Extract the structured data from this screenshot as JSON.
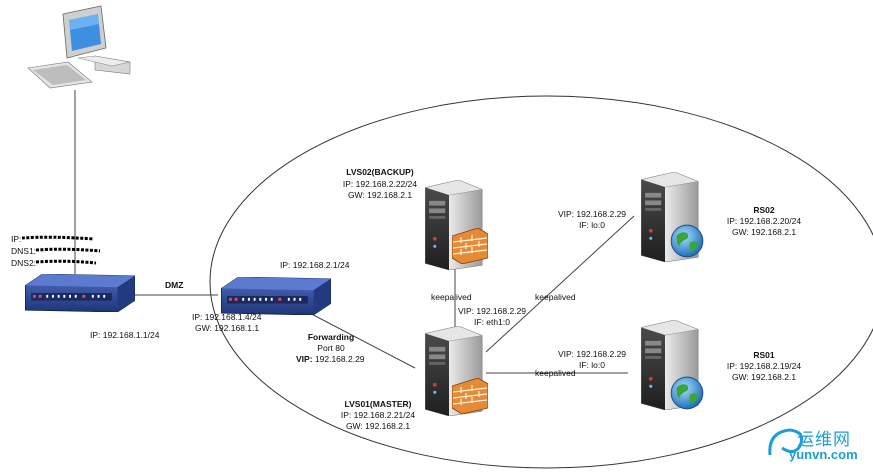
{
  "pc": {
    "ip": "IP:",
    "dns1": "DNS1:",
    "dns2": "DNS2:"
  },
  "edge_router": {
    "ip": "IP: 192.168.1.1/24"
  },
  "dmz": {
    "label": "DMZ"
  },
  "fw_router": {
    "lan_ip": "IP: 192.168.2.1/24",
    "wan_ip": "IP: 192.168.1.4/24",
    "wan_gw": "GW: 192.168.1.1"
  },
  "forwarding": {
    "title": "Forwarding",
    "port": "Port 80",
    "vip_key": "VIP:",
    "vip_val": "192.168.2.29"
  },
  "lvs02": {
    "name": "LVS02(BACKUP)",
    "ip": "IP: 192.168.2.22/24",
    "gw": "GW: 192.168.2.1"
  },
  "lvs01": {
    "name": "LVS01(MASTER)",
    "ip": "IP: 192.168.2.21/24",
    "gw": "GW: 192.168.2.1"
  },
  "lvs01_vip": {
    "vip": "VIP: 192.168.2.29",
    "iface": "IF: eth1:0"
  },
  "rs02": {
    "name": "RS02",
    "ip": "IP: 192.168.2.20/24",
    "gw": "GW: 192.168.2.1",
    "vip": "VIP: 192.168.2.29",
    "iface": "IF: lo:0"
  },
  "rs01": {
    "name": "RS01",
    "ip": "IP: 192.168.2.19/24",
    "gw": "GW: 192.168.2.1",
    "vip": "VIP: 192.168.2.29",
    "iface": "IF: lo:0"
  },
  "links": {
    "ka_backup": "keepalived",
    "ka_rs02": "keepalived",
    "ka_rs01": "keepalived"
  },
  "watermark": {
    "title": "运维网",
    "sub": "yunvn.com"
  },
  "colors": {
    "router": "#2c4a9a",
    "firewall": "#e07a26",
    "server": "#3a3a3a",
    "globe": "#1f8fd0",
    "accent": "#1b9fd8"
  }
}
